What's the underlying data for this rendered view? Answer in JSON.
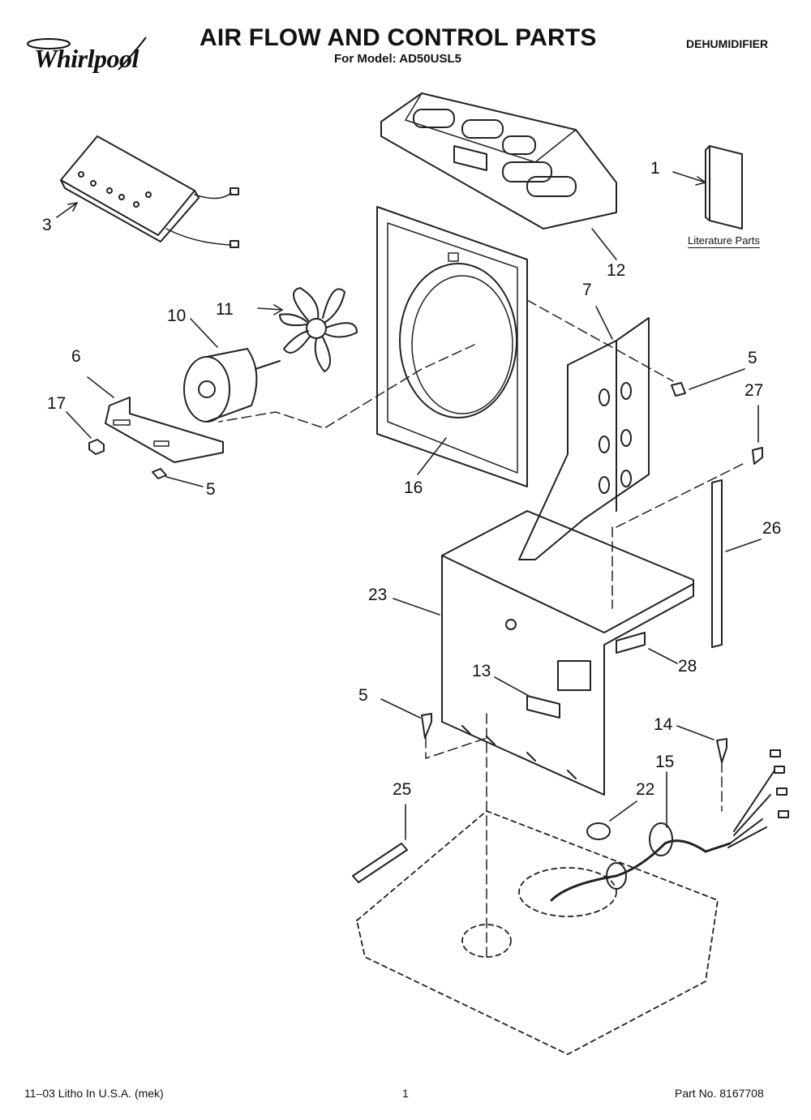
{
  "brand": "Whirlpool",
  "title": "AIR FLOW AND CONTROL PARTS",
  "subtitle": "For Model: AD50USL5",
  "doc_type": "DEHUMIDIFIER",
  "literature_label": "Literature Parts",
  "callouts": {
    "c1": "1",
    "c3": "3",
    "c5a": "5",
    "c5b": "5",
    "c5c": "5",
    "c6": "6",
    "c7": "7",
    "c10": "10",
    "c11": "11",
    "c12": "12",
    "c13": "13",
    "c14": "14",
    "c15": "15",
    "c16": "16",
    "c17": "17",
    "c22": "22",
    "c23": "23",
    "c25": "25",
    "c26": "26",
    "c27": "27",
    "c28": "28"
  },
  "footer": {
    "left": "11–03 Litho In U.S.A. (mek)",
    "page": "1",
    "part_no": "Part No. 8167708"
  }
}
